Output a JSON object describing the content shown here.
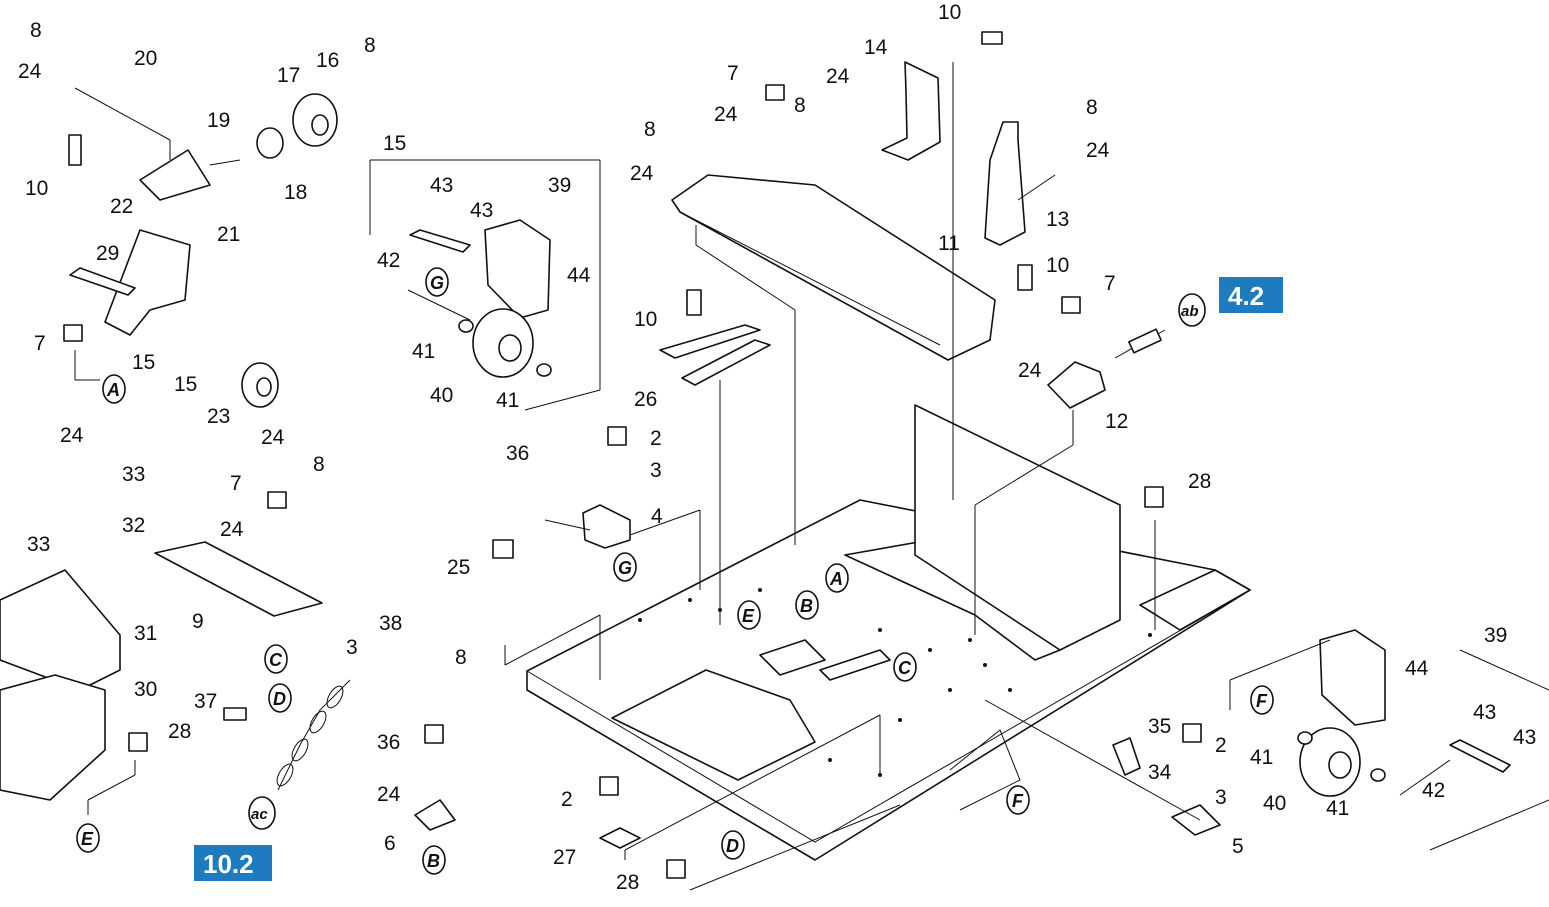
{
  "diagram": {
    "type": "exploded-parts-view",
    "callouts": [
      "8",
      "24",
      "10",
      "20",
      "19",
      "17",
      "16",
      "8",
      "15",
      "18",
      "22",
      "29",
      "21",
      "7",
      "15",
      "15",
      "23",
      "24",
      "24",
      "8",
      "43",
      "39",
      "43",
      "42",
      "44",
      "41",
      "40",
      "41",
      "10",
      "14",
      "24",
      "8",
      "7",
      "24",
      "8",
      "24",
      "11",
      "8",
      "24",
      "13",
      "10",
      "7",
      "24",
      "12",
      "10",
      "26",
      "36",
      "2",
      "3",
      "4",
      "25",
      "8",
      "28",
      "33",
      "32",
      "33",
      "7",
      "24",
      "9",
      "31",
      "30",
      "37",
      "3",
      "38",
      "28",
      "36",
      "24",
      "6",
      "2",
      "27",
      "28",
      "35",
      "2",
      "34",
      "3",
      "5",
      "39",
      "44",
      "43",
      "41",
      "40",
      "41",
      "42",
      "43"
    ],
    "letters": [
      "A",
      "G",
      "G",
      "A",
      "B",
      "E",
      "C",
      "C",
      "D",
      "E",
      "B",
      "D",
      "F",
      "F",
      "ab",
      "ac"
    ],
    "page_refs": [
      "4.2",
      "10.2"
    ],
    "tag_color": "#1f7bbf"
  }
}
